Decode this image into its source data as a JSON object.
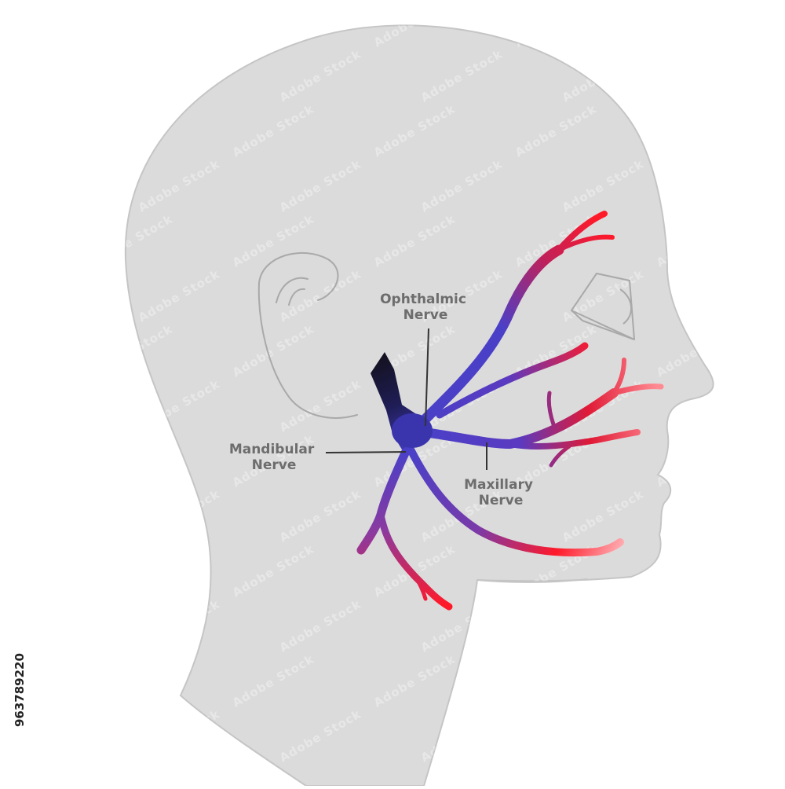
{
  "labels": {
    "ophthalmic": [
      "Ophthalmic",
      "Nerve"
    ],
    "mandibular": [
      "Mandibular",
      "Nerve"
    ],
    "maxillary": [
      "Maxillary",
      "Nerve"
    ]
  },
  "stock_id": "963789220",
  "watermark_text": "Adobe Stock",
  "colors": {
    "head_fill": "#dcdbdb",
    "head_outline": "#c6c5c5",
    "feature_line": "#a9a9a9",
    "nerve_root": "#1a1836",
    "nerve_mid": "#4a40c8",
    "nerve_tip": "#ff1a2a",
    "label_text": "#6d6d6d",
    "leader_line": "#333333"
  }
}
